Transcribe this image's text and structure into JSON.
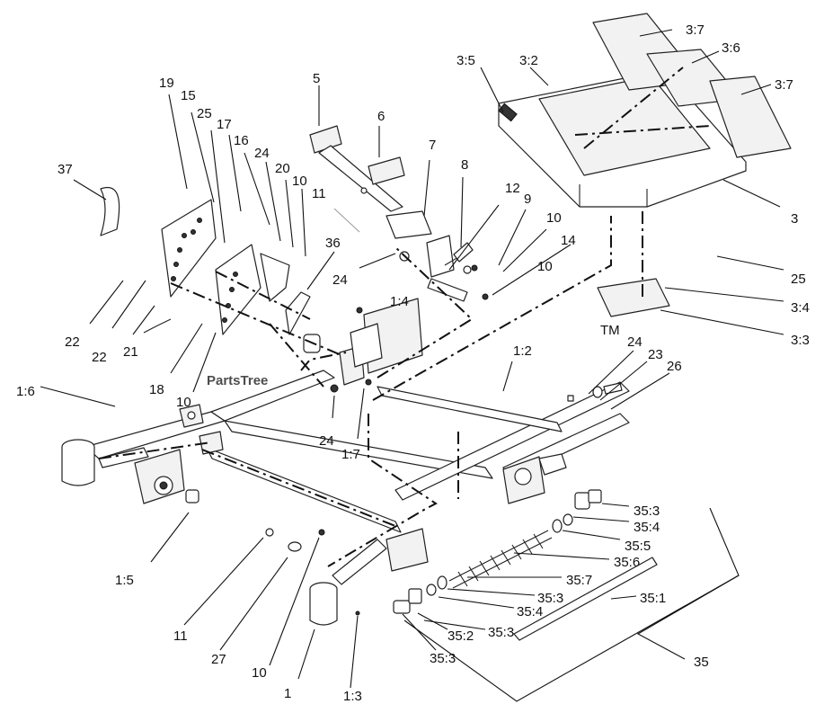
{
  "watermark": {
    "text": "PartsTree",
    "tm": "TM"
  },
  "callouts": [
    {
      "id": "c-3-7a",
      "label": "3:7"
    },
    {
      "id": "c-3-6",
      "label": "3:6"
    },
    {
      "id": "c-3-7b",
      "label": "3:7"
    },
    {
      "id": "c-3-5",
      "label": "3:5"
    },
    {
      "id": "c-3-2",
      "label": "3:2"
    },
    {
      "id": "c-5",
      "label": "5"
    },
    {
      "id": "c-6",
      "label": "6"
    },
    {
      "id": "c-7",
      "label": "7"
    },
    {
      "id": "c-8",
      "label": "8"
    },
    {
      "id": "c-12",
      "label": "12"
    },
    {
      "id": "c-9",
      "label": "9"
    },
    {
      "id": "c-10a",
      "label": "10"
    },
    {
      "id": "c-10b",
      "label": "10"
    },
    {
      "id": "c-14",
      "label": "14"
    },
    {
      "id": "c-3",
      "label": "3"
    },
    {
      "id": "c-25a",
      "label": "25"
    },
    {
      "id": "c-3-4",
      "label": "3:4"
    },
    {
      "id": "c-3-3",
      "label": "3:3"
    },
    {
      "id": "c-19",
      "label": "19"
    },
    {
      "id": "c-15",
      "label": "15"
    },
    {
      "id": "c-25b",
      "label": "25"
    },
    {
      "id": "c-17",
      "label": "17"
    },
    {
      "id": "c-16",
      "label": "16"
    },
    {
      "id": "c-24a",
      "label": "24"
    },
    {
      "id": "c-20",
      "label": "20"
    },
    {
      "id": "c-10c",
      "label": "10"
    },
    {
      "id": "c-11a",
      "label": "11"
    },
    {
      "id": "c-37",
      "label": "37"
    },
    {
      "id": "c-36",
      "label": "36"
    },
    {
      "id": "c-24b",
      "label": "24"
    },
    {
      "id": "c-1-4",
      "label": "1:4"
    },
    {
      "id": "c-22a",
      "label": "22"
    },
    {
      "id": "c-22b",
      "label": "22"
    },
    {
      "id": "c-21",
      "label": "21"
    },
    {
      "id": "c-18",
      "label": "18"
    },
    {
      "id": "c-10d",
      "label": "10"
    },
    {
      "id": "c-1-6",
      "label": "1:6"
    },
    {
      "id": "c-24c",
      "label": "24"
    },
    {
      "id": "c-1-7",
      "label": "1:7"
    },
    {
      "id": "c-1-2",
      "label": "1:2"
    },
    {
      "id": "c-24d",
      "label": "24"
    },
    {
      "id": "c-23",
      "label": "23"
    },
    {
      "id": "c-26",
      "label": "26"
    },
    {
      "id": "c-35-3a",
      "label": "35:3"
    },
    {
      "id": "c-35-4a",
      "label": "35:4"
    },
    {
      "id": "c-35-5",
      "label": "35:5"
    },
    {
      "id": "c-35-6",
      "label": "35:6"
    },
    {
      "id": "c-35-7",
      "label": "35:7"
    },
    {
      "id": "c-35-3b",
      "label": "35:3"
    },
    {
      "id": "c-35-4b",
      "label": "35:4"
    },
    {
      "id": "c-35-1",
      "label": "35:1"
    },
    {
      "id": "c-35-2",
      "label": "35:2"
    },
    {
      "id": "c-35-3c",
      "label": "35:3"
    },
    {
      "id": "c-35-3d",
      "label": "35:3"
    },
    {
      "id": "c-35",
      "label": "35"
    },
    {
      "id": "c-1-5",
      "label": "1:5"
    },
    {
      "id": "c-11b",
      "label": "11"
    },
    {
      "id": "c-27",
      "label": "27"
    },
    {
      "id": "c-10e",
      "label": "10"
    },
    {
      "id": "c-1",
      "label": "1"
    },
    {
      "id": "c-1-3",
      "label": "1:3"
    }
  ]
}
